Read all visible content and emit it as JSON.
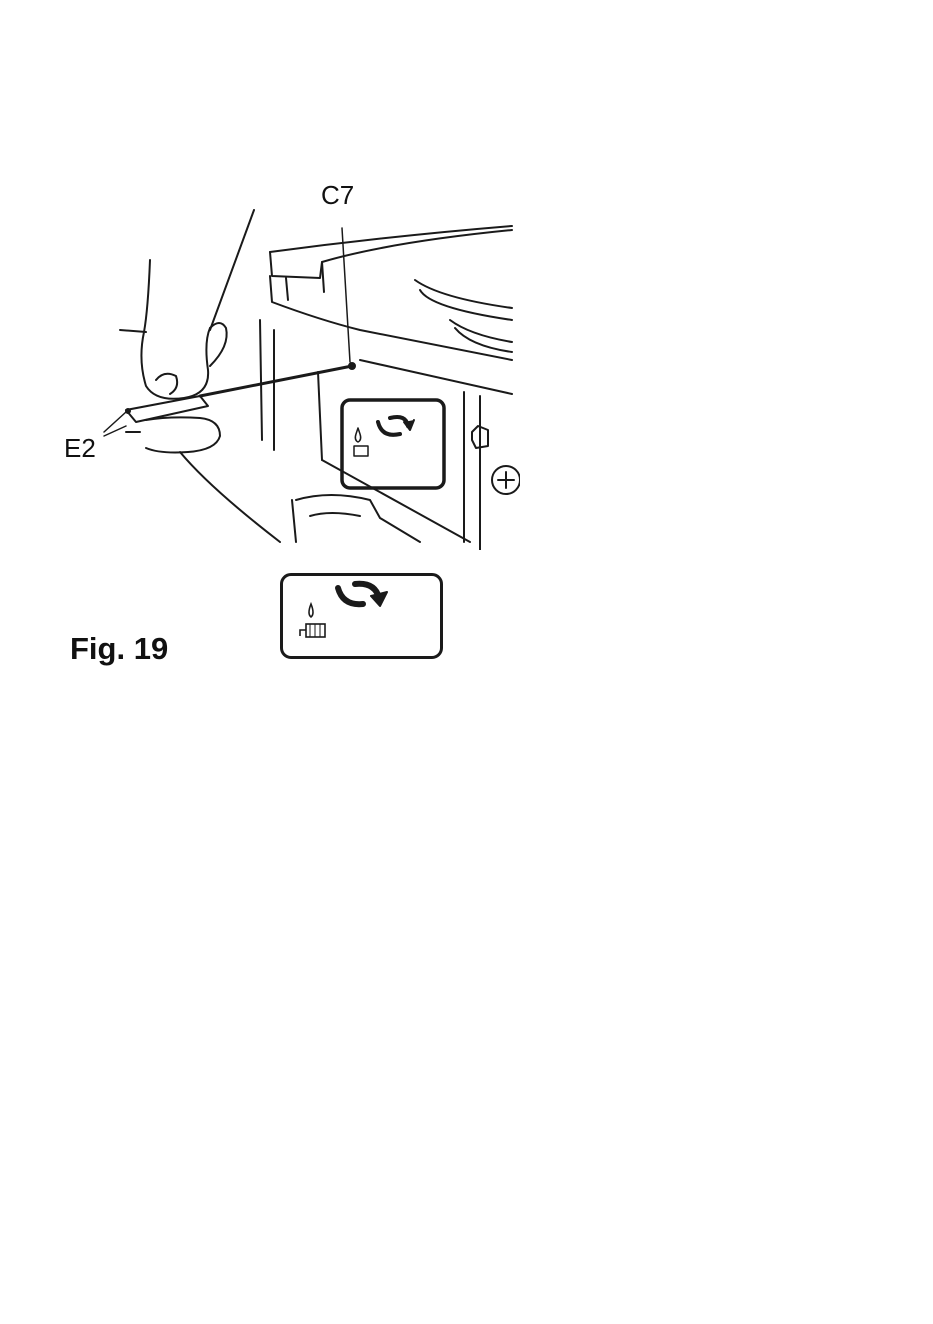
{
  "figure": {
    "caption": "Fig. 19",
    "callouts": {
      "c7": "C7",
      "e2": "E2"
    },
    "icons": {
      "illustration": "coffee-machine-screwdriver-illustration",
      "panel_rotate": "rotate-arrow-icon",
      "panel_drop": "water-drop-icon",
      "panel_descale": "descale-icon"
    },
    "colors": {
      "ink": "#1a1a1a",
      "background": "#ffffff"
    }
  }
}
